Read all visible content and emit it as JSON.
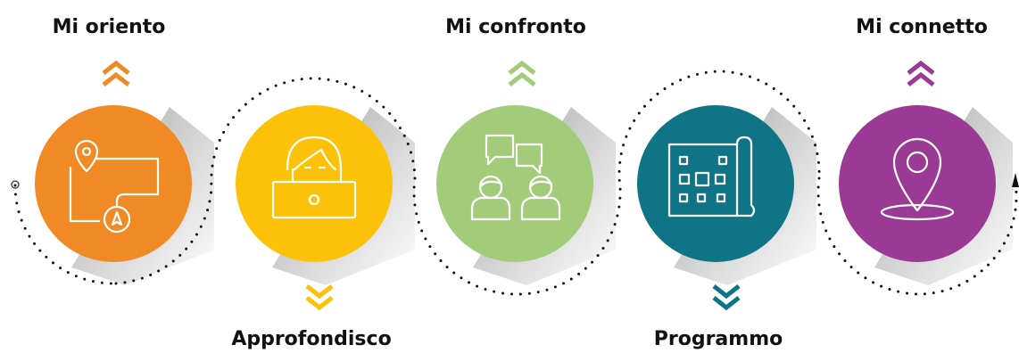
{
  "steps": [
    {
      "label": "Mi oriento",
      "color": "#F08A24",
      "icon": "map-route-icon",
      "label_position": "top"
    },
    {
      "label": "Approfondisco",
      "color": "#FCC20A",
      "icon": "person-laptop-icon",
      "label_position": "bottom"
    },
    {
      "label": "Mi confronto",
      "color": "#A2CB7A",
      "icon": "people-chat-icon",
      "label_position": "top"
    },
    {
      "label": "Programmo",
      "color": "#0E7486",
      "icon": "planner-grid-icon",
      "label_position": "bottom"
    },
    {
      "label": "Mi connetto",
      "color": "#9B3A95",
      "icon": "location-pin-icon",
      "label_position": "top"
    }
  ],
  "arrow_direction": {
    "top": "up",
    "bottom": "down"
  },
  "connector": {
    "style": "dotted",
    "color": "#111111"
  }
}
